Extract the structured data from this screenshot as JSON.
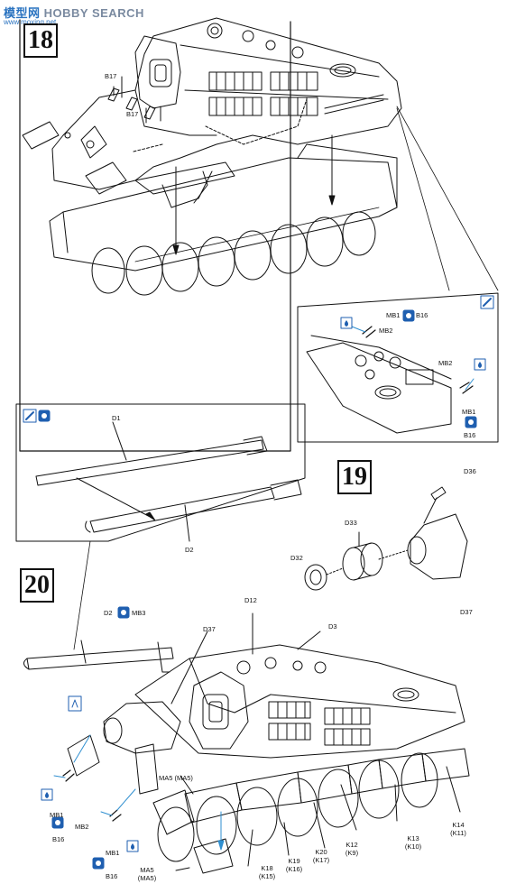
{
  "watermark": {
    "cn": "模型网",
    "en": "HOBBY SEARCH",
    "url": "www.moxing.net"
  },
  "steps": {
    "s18": "18",
    "s19": "19",
    "s20": "20"
  },
  "labels": {
    "b17a": "B17",
    "b17b": "B17",
    "mb1_top": "MB1",
    "b16_top": "B16",
    "mb2_top": "MB2",
    "mb2_mid": "MB2",
    "mb1_mid": "MB1",
    "b16_mid": "B16",
    "d1": "D1",
    "d2_barrel": "D2",
    "d36": "D36",
    "d33": "D33",
    "d32": "D32",
    "d37_right": "D37",
    "d2_20": "D2",
    "mb3": "MB3",
    "d12": "D12",
    "d3": "D3",
    "d37_left": "D37",
    "ma5_a": "MA5 (MA5)",
    "mb1_l1": "MB1",
    "b16_l1": "B16",
    "mb2_l": "MB2",
    "mb1_l2": "MB1",
    "b16_l2": "B16",
    "ma5_b": "MA5",
    "ma5_b2": "(MA5)",
    "k18": "K18",
    "k18b": "(K15)",
    "k19": "K19",
    "k19b": "(K16)",
    "k20": "K20",
    "k20b": "(K17)",
    "k12": "K12",
    "k12b": "(K9)",
    "k13": "K13",
    "k13b": "(K10)",
    "k14": "K14",
    "k14b": "(K11)"
  },
  "icons": {
    "cement": "glue-brush-icon",
    "paint": "paint-drop-icon",
    "metal": "metal-part-icon",
    "option": "optional-part-icon"
  },
  "colors": {
    "ink": "#111111",
    "accent": "#1f5fb0",
    "arrow": "#2f8fd0"
  }
}
